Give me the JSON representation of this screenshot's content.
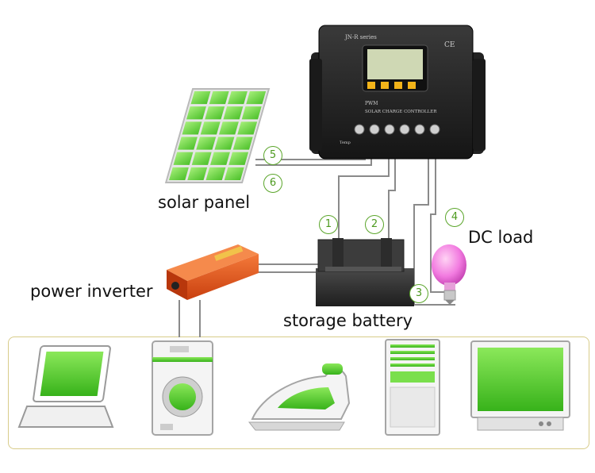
{
  "labels": {
    "solar_panel": "solar panel",
    "power_inverter": "power inverter",
    "storage_battery": "storage battery",
    "dc_load": "DC load"
  },
  "controller": {
    "series": "JN-R series",
    "mark": "CE",
    "mode": "PWM",
    "name": "SOLAR CHARGE CONTROLLER",
    "temp": "Temp"
  },
  "connections": [
    "1",
    "2",
    "3",
    "4",
    "5",
    "6"
  ],
  "appliances": [
    "laptop",
    "washing machine",
    "iron",
    "air conditioner",
    "television"
  ],
  "colors": {
    "accent": "#5aa52a",
    "green": "#7ed957",
    "frame": "#d8cc8a",
    "inverter": "#e0561c"
  }
}
